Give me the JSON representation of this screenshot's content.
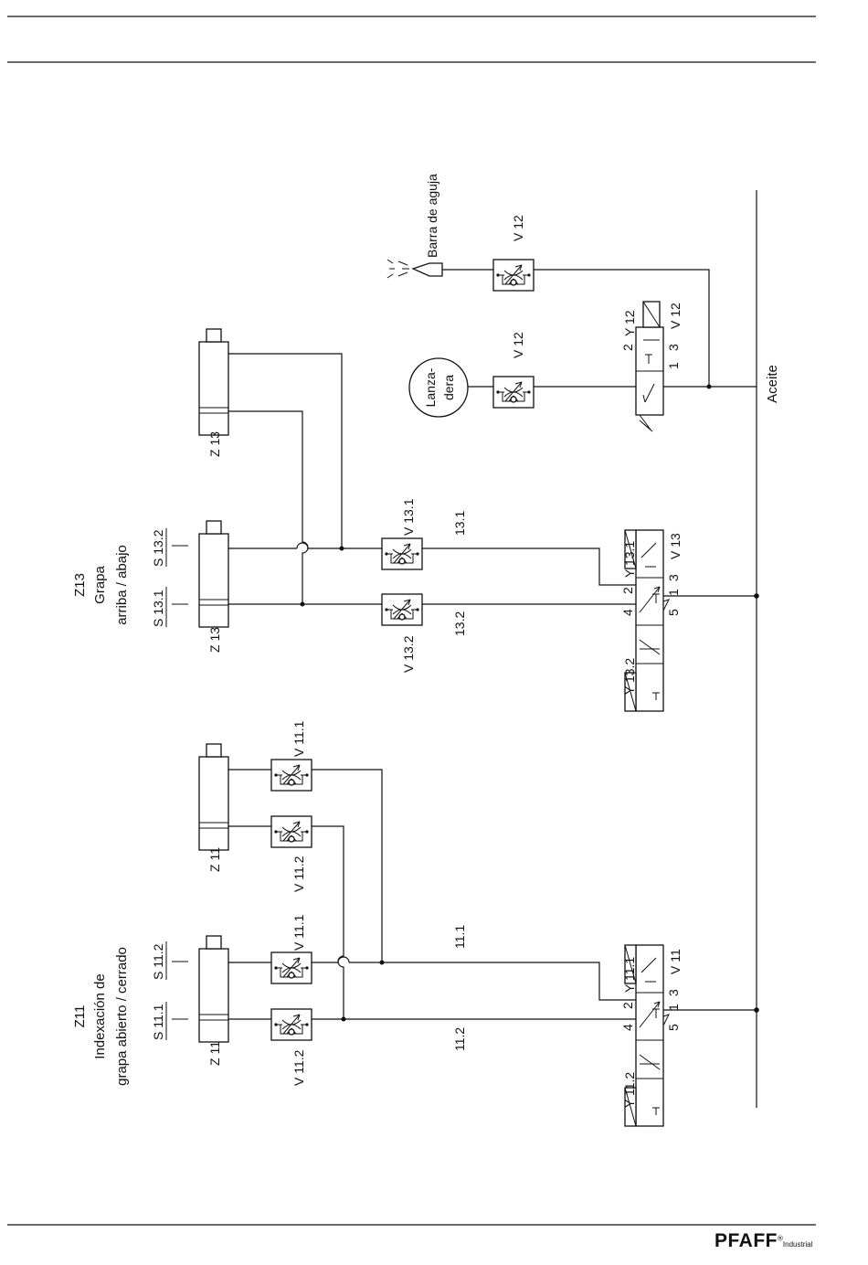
{
  "cylinders": {
    "z11": "Z 11",
    "z13": "Z 13"
  },
  "groups": {
    "z11": {
      "id": "Z11",
      "line1": "Indexación de",
      "line2": "grapa abierto / cerrado"
    },
    "z13": {
      "id": "Z13",
      "line1": "Grapa",
      "line2": "arriba / abajo"
    }
  },
  "sensors": {
    "s11_1": "S 11.1",
    "s11_2": "S 11.2",
    "s13_1": "S 13.1",
    "s13_2": "S 13.2"
  },
  "throttles": {
    "v11_1": "V 11.1",
    "v11_2": "V 11.2",
    "v13_1": "V 13.1",
    "v13_2": "V 13.2",
    "v12": "V 12"
  },
  "lines": {
    "l11_1": "11.1",
    "l11_2": "11.2",
    "l13_1": "13.1",
    "l13_2": "13.2"
  },
  "valves": {
    "v11": {
      "name": "V 11",
      "coil_a": "Y 11.1",
      "coil_b": "Y 11.2"
    },
    "v13": {
      "name": "V 13",
      "coil_a": "Y 13.1",
      "coil_b": "Y 13.2"
    },
    "v12": {
      "name": "V 12",
      "coil_a": "Y 12"
    }
  },
  "ports": {
    "p1": "1",
    "p2": "2",
    "p3": "3",
    "p4": "4",
    "p5": "5"
  },
  "supply": "Aceite",
  "outlets": {
    "needle_bar": "Barra de aguja",
    "hook_line1": "Lanza-",
    "hook_line2": "dera"
  },
  "footer": {
    "brand": "PFAFF",
    "registered": "®",
    "division": "Industrial"
  }
}
